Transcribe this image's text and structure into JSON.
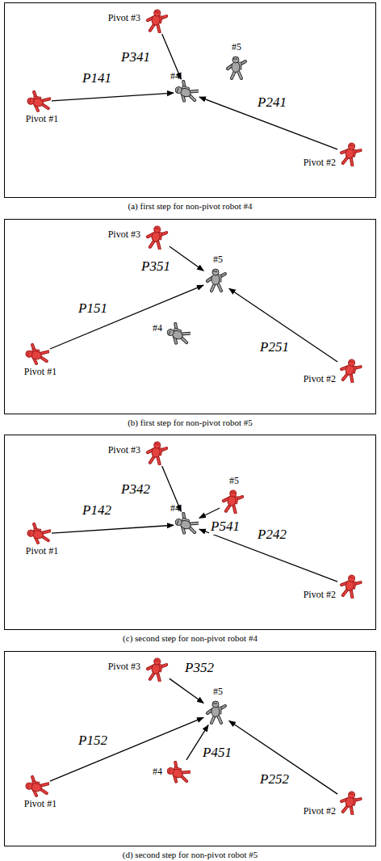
{
  "diagram": {
    "nodes": [
      {
        "text": [
          "(a) first step for non-pivot robot #4"
        ]
      },
      {
        "text": [
          "Pivot #3"
        ],
        "in": 0
      },
      {
        "text": [
          "#5"
        ],
        "in": 0
      },
      {
        "text": [
          "#4"
        ],
        "in": 0
      },
      {
        "text": [
          "Pivot #1"
        ],
        "in": 0
      },
      {
        "text": [
          "Pivot #2"
        ],
        "in": 0
      },
      {
        "text": [
          "(b) first step for non-pivot robot #5"
        ]
      },
      {
        "text": [
          "Pivot #3"
        ],
        "in": 6
      },
      {
        "text": [
          "#5"
        ],
        "in": 6
      },
      {
        "text": [
          "#4"
        ],
        "in": 6
      },
      {
        "text": [
          "Pivot #1"
        ],
        "in": 6
      },
      {
        "text": [
          "Pivot #2"
        ],
        "in": 6
      },
      {
        "text": [
          "(c) second step for non-pivot robot #4"
        ]
      },
      {
        "text": [
          "Pivot #3"
        ],
        "in": 12
      },
      {
        "text": [
          "#5"
        ],
        "in": 12
      },
      {
        "text": [
          "#4"
        ],
        "in": 12
      },
      {
        "text": [
          "Pivot #1"
        ],
        "in": 12
      },
      {
        "text": [
          "Pivot #2"
        ],
        "in": 12
      },
      {
        "text": [
          "(d) second step for non-pivot robot #5"
        ]
      },
      {
        "text": [
          "Pivot #3"
        ],
        "in": 18
      },
      {
        "text": [
          "#5"
        ],
        "in": 18
      },
      {
        "text": [
          "#4"
        ],
        "in": 18
      },
      {
        "text": [
          "Pivot #1"
        ],
        "in": 18
      },
      {
        "text": [
          "Pivot #2"
        ],
        "in": 18
      }
    ],
    "edges": [
      {
        "from": 1,
        "to": 3,
        "label": "P341",
        "arrow": "to"
      },
      {
        "from": 4,
        "to": 3,
        "label": "P141",
        "arrow": "to"
      },
      {
        "from": 5,
        "to": 3,
        "label": "P241",
        "arrow": "to"
      },
      {
        "from": 7,
        "to": 8,
        "label": "P351",
        "arrow": "to"
      },
      {
        "from": 10,
        "to": 8,
        "label": "P151",
        "arrow": "to"
      },
      {
        "from": 11,
        "to": 8,
        "label": "P251",
        "arrow": "to"
      },
      {
        "from": 13,
        "to": 15,
        "label": "P342",
        "arrow": "to"
      },
      {
        "from": 14,
        "to": 15,
        "label": "P541",
        "arrow": "to"
      },
      {
        "from": 16,
        "to": 15,
        "label": "P142",
        "arrow": "to"
      },
      {
        "from": 17,
        "to": 15,
        "label": "P242",
        "arrow": "to"
      },
      {
        "from": 19,
        "to": 20,
        "label": "P352",
        "arrow": "to"
      },
      {
        "from": 22,
        "to": 20,
        "label": "P152",
        "arrow": "to"
      },
      {
        "from": 21,
        "to": 20,
        "label": "P451",
        "arrow": "to"
      },
      {
        "from": 23,
        "to": 20,
        "label": "P252",
        "arrow": "to"
      }
    ]
  }
}
